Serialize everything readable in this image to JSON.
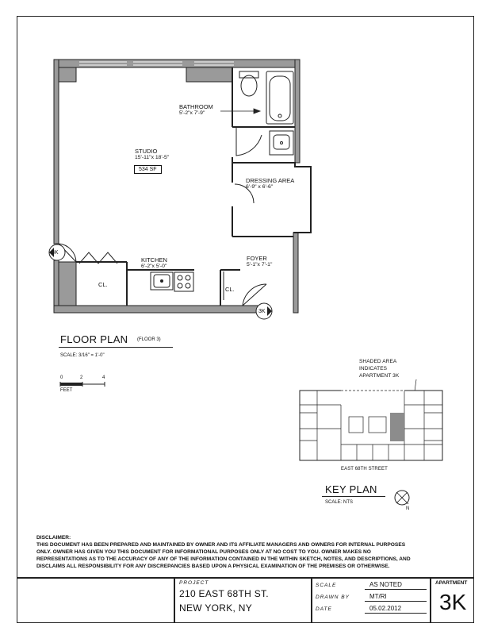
{
  "rooms": {
    "bathroom": {
      "name": "BATHROOM",
      "dims": "5'-2\"x 7'-9\""
    },
    "studio": {
      "name": "STUDIO",
      "dims": "15'-11\"x 18'-5\"",
      "area": "534 SF"
    },
    "dressing": {
      "name": "DRESSING AREA",
      "dims": "6'-9\" x 6'-6\""
    },
    "kitchen": {
      "name": "KITCHEN",
      "dims": "6'-2\"x 5'-0\""
    },
    "foyer": {
      "name": "FOYER",
      "dims": "5'-1\"x 7'-1\""
    },
    "closet1": "CL.",
    "closet2": "CL."
  },
  "unit_tags": [
    "3K",
    "3K"
  ],
  "floor_plan": {
    "title": "FLOOR PLAN",
    "floor_note": "(FLOOR 3)",
    "scale_text": "SCALE: 3/16\" = 1'-0\"",
    "bar_ticks": [
      "0",
      "2",
      "4"
    ],
    "bar_unit": "FEET"
  },
  "key_plan": {
    "shaded_note_lines": [
      "SHADED AREA",
      "INDICATES",
      "APARTMENT 3K"
    ],
    "street": "EAST 68TH STREET",
    "title": "KEY PLAN",
    "scale_text": "SCALE: NTS",
    "north": "N"
  },
  "disclaimer": {
    "heading": "DISCLAIMER:",
    "lines": [
      "THIS DOCUMENT HAS BEEN PREPARED AND MAINTAINED BY OWNER AND ITS AFFILIATE MANAGERS AND OWNERS FOR INTERNAL PURPOSES",
      "ONLY.  OWNER HAS GIVEN YOU THIS DOCUMENT FOR INFORMATIONAL PURPOSES ONLY AT NO COST TO YOU.  OWNER MAKES NO",
      "REPRESENTATIONS AS TO THE ACCURACY OF ANY OF THE INFORMATION CONTAINED IN THE WITHIN SKETCH, NOTES, AND DESCRIPTIONS, AND",
      "DISCLAIMS ALL RESPONSIBILITY FOR ANY DISCREPANCIES BASED UPON A PHYSICAL EXAMINATION OF THE PREMISES OR OTHERWISE."
    ]
  },
  "title_block": {
    "project_label": "PROJECT",
    "address_line1": "210 EAST 68TH ST.",
    "address_line2": "NEW YORK, NY",
    "scale_label": "SCALE",
    "scale_value": "AS NOTED",
    "drawn_label": "DRAWN BY",
    "drawn_value": "MT/RI",
    "date_label": "DATE",
    "date_value": "05.02.2012",
    "apartment_label": "APARTMENT",
    "apartment_value": "3K"
  }
}
